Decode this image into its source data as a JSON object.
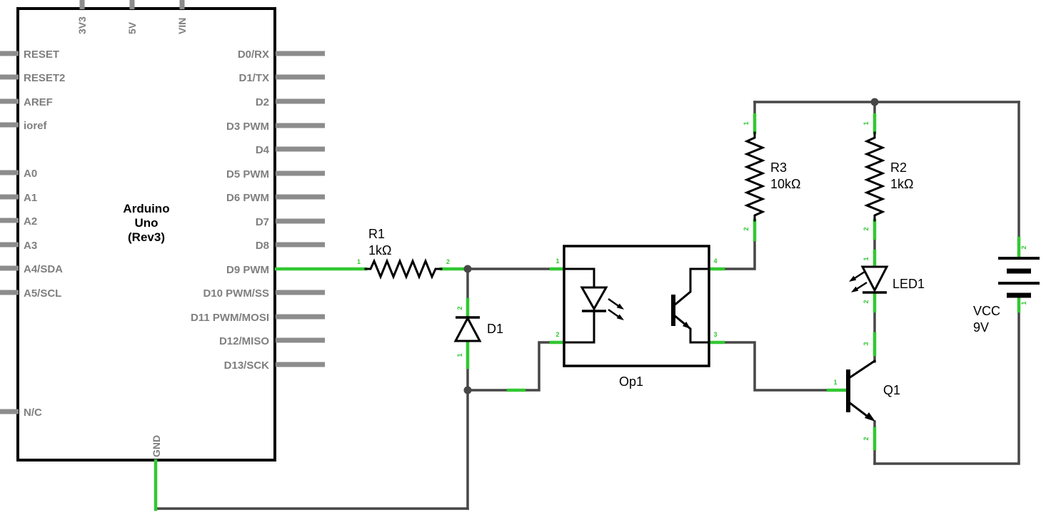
{
  "colors": {
    "wire": "#474747",
    "green": "#32c832",
    "pin_gray": "#8c8c8c",
    "label_gray": "#7f7f7f",
    "component_black": "#000000",
    "background": "#ffffff"
  },
  "arduino": {
    "title": [
      "Arduino",
      "Uno",
      "(Rev3)"
    ],
    "top_pins": [
      "3V3",
      "5V",
      "VIN"
    ],
    "left_pins": [
      "RESET",
      "RESET2",
      "AREF",
      "ioref",
      "A0",
      "A1",
      "A2",
      "A3",
      "A4/SDA",
      "A5/SCL",
      "N/C"
    ],
    "right_pins": [
      "D0/RX",
      "D1/TX",
      "D2",
      "D3 PWM",
      "D4",
      "D5 PWM",
      "D6 PWM",
      "D7",
      "D8",
      "D9 PWM",
      "D10 PWM/SS",
      "D11 PWM/MOSI",
      "D12/MISO",
      "D13/SCK"
    ],
    "gnd_pin": "GND"
  },
  "components": {
    "r1": {
      "name": "R1",
      "value": "1kΩ",
      "pins": [
        "1",
        "2"
      ]
    },
    "d1": {
      "name": "D1",
      "pins": [
        "2",
        "1"
      ]
    },
    "op1": {
      "name": "Op1",
      "pins": [
        "1",
        "2",
        "3",
        "4"
      ]
    },
    "r3": {
      "name": "R3",
      "value": "10kΩ",
      "pins": [
        "1",
        "2"
      ]
    },
    "r2": {
      "name": "R2",
      "value": "1kΩ",
      "pins": [
        "1",
        "2"
      ]
    },
    "led1": {
      "name": "LED1",
      "pins": [
        "1",
        "2"
      ]
    },
    "q1": {
      "name": "Q1",
      "pins": [
        "3",
        "1",
        "2"
      ]
    },
    "battery": {
      "name": "VCC",
      "value": "9V",
      "pins": [
        "2",
        "1"
      ]
    }
  }
}
